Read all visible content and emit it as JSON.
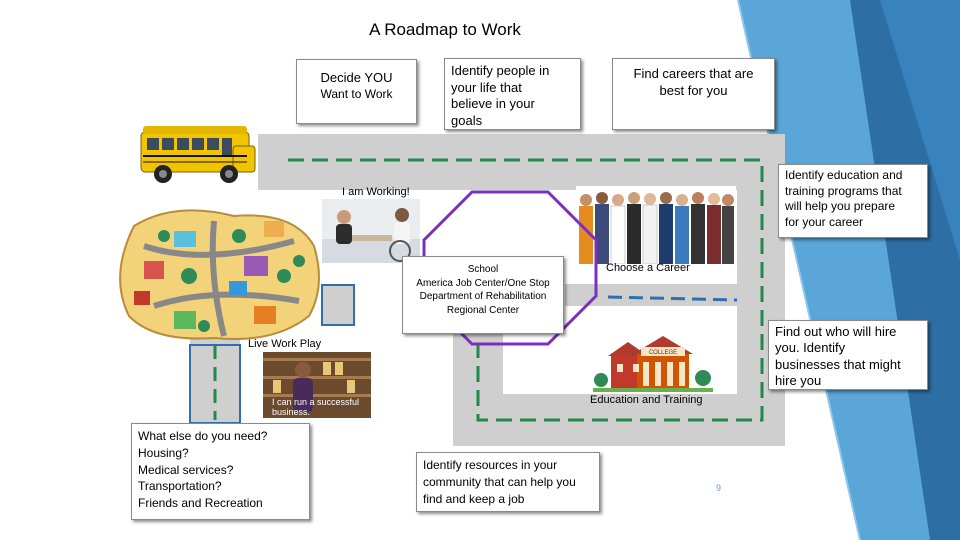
{
  "title": "A Roadmap to Work",
  "boxes": {
    "decide_line1": "Decide YOU",
    "decide_line2": "Want to Work",
    "identify_people": [
      "Identify people in",
      "your life that",
      "believe in your",
      "goals"
    ],
    "find_careers": [
      "Find careers that are",
      "best for you"
    ],
    "identify_education": [
      "Identify education and",
      "training programs that",
      "will help you prepare",
      "for your career"
    ],
    "find_out": [
      "Find out who will hire",
      "you.  Identify",
      "businesses that might",
      "hire you"
    ],
    "what_else": [
      "What else do you need?",
      "Housing?",
      "Medical services?",
      "Transportation?",
      "Friends and Recreation"
    ],
    "identify_resources": [
      "Identify resources in your",
      "community that can help you",
      "find and keep a job"
    ],
    "center_sign": [
      "School",
      "America Job Center/One Stop",
      "Department of Rehabilitation",
      "Regional Center"
    ]
  },
  "labels": {
    "working": "I am Working!",
    "choose_career": "Choose a Career",
    "live_work_play": "Live Work Play",
    "education_training": "Education and Training",
    "business_caption": "I can run a successful business.",
    "college_sign": "COLLEGE"
  },
  "page_number": "9",
  "colors": {
    "road": "#cfcfcf",
    "dash": "#1f8a4c",
    "blue_dash": "#2f6fae",
    "sign": "#7b2fbf",
    "accent_blue": "#2d6fa4",
    "bus": "#f2c400"
  }
}
